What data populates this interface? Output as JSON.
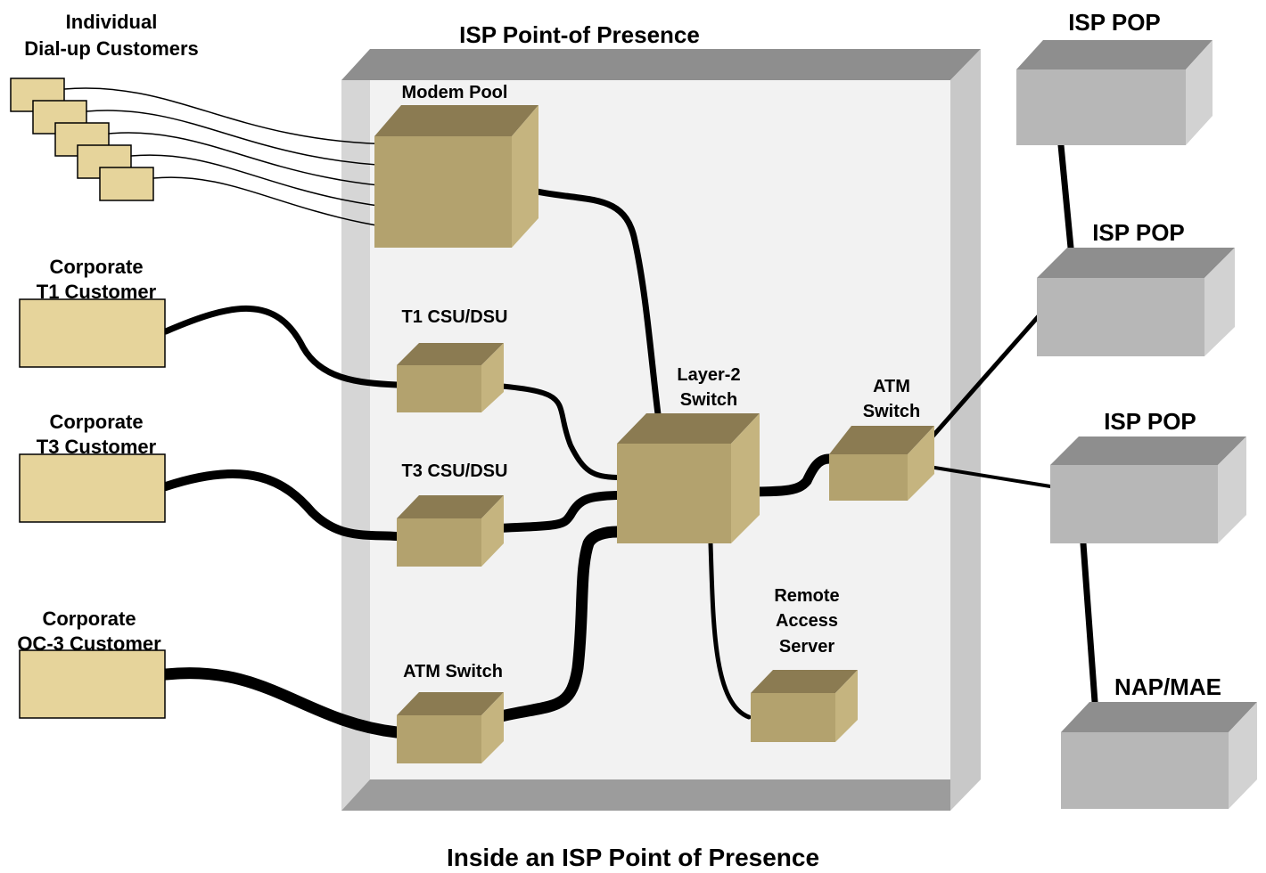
{
  "diagram": {
    "title": "ISP Point-of Presence",
    "caption": "Inside an ISP Point of Presence",
    "colors": {
      "tan_front": "#b3a26e",
      "tan_top": "#8b7b52",
      "tan_side": "#c5b47f",
      "customer_box": "#e6d49b",
      "gray_front": "#b7b7b7",
      "gray_top": "#8e8e8e",
      "gray_side": "#d2d2d2",
      "pop_back": "#f2f2f2",
      "pop_frame": "#d6d6d6"
    },
    "labels": {
      "dialup": [
        "Individual",
        "Dial-up Customers"
      ],
      "t1_customer": [
        "Corporate",
        "T1 Customer"
      ],
      "t3_customer": [
        "Corporate",
        "T3 Customer"
      ],
      "oc3_customer": [
        "Corporate",
        "OC-3 Customer"
      ],
      "modem_pool": "Modem Pool",
      "t1_csu": "T1 CSU/DSU",
      "t3_csu": "T3 CSU/DSU",
      "atm_switch_left": "ATM Switch",
      "layer2": [
        "Layer-2",
        "Switch"
      ],
      "atm_switch_right": [
        "ATM",
        "Switch"
      ],
      "remote_access": [
        "Remote",
        "Access",
        "Server"
      ],
      "pop1": "ISP POP",
      "pop2": "ISP POP",
      "pop3": "ISP POP",
      "nap": "NAP/MAE"
    }
  }
}
